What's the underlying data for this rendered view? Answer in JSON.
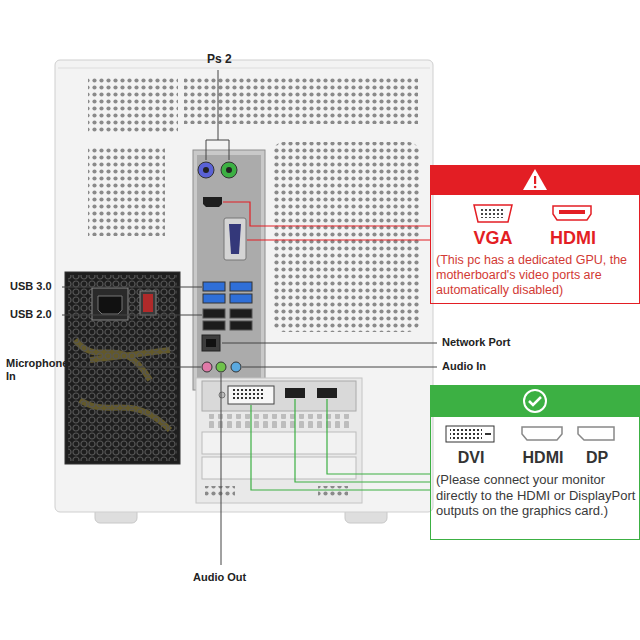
{
  "diagram": {
    "nodes": [
      {
        "text": [
          "VGA",
          "HDMI",
          "(This pc has a dedicated GPU, the motherboard's video ports are automatically disabled)"
        ]
      },
      {
        "text": [
          "DVI",
          "HDMI",
          "DP",
          "(Please connect your monitor directly to the HDMI or DisplayPort outputs on the graphics card.)"
        ]
      }
    ],
    "labels": [
      "Ps 2",
      "USB 3.0",
      "USB 2.0",
      "Microphone In",
      "Network Port",
      "Audio In",
      "Audio Out"
    ]
  }
}
